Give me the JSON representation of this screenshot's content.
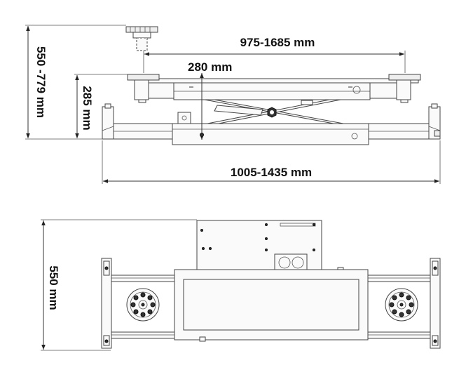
{
  "side_view": {
    "arm_span_label": "975-1685 mm",
    "stroke_label": "280 mm",
    "total_height_label": "550 -779 mm",
    "min_height_label": "285 mm",
    "base_width_label": "1005-1435 mm"
  },
  "top_view": {
    "depth_label": "550 mm"
  }
}
